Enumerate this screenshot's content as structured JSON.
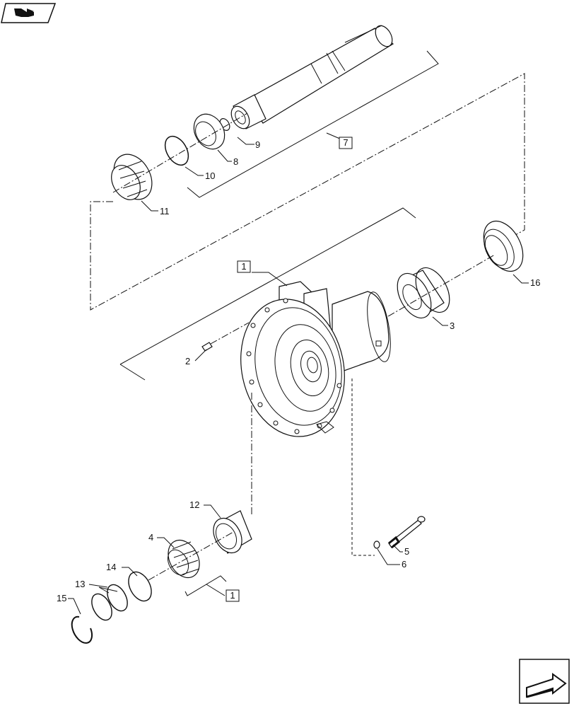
{
  "labels": {
    "l1a": "1",
    "l1b": "1",
    "l2": "2",
    "l3": "3",
    "l4": "4",
    "l5": "5",
    "l6": "6",
    "l7": "7",
    "l8": "8",
    "l9": "9",
    "l10": "10",
    "l11": "11",
    "l12": "12",
    "l13": "13",
    "l14": "14",
    "l15": "15",
    "l16": "16"
  },
  "icons": {
    "top_left": "book-arrow-icon",
    "bottom_right": "next-page-arrow-icon"
  }
}
